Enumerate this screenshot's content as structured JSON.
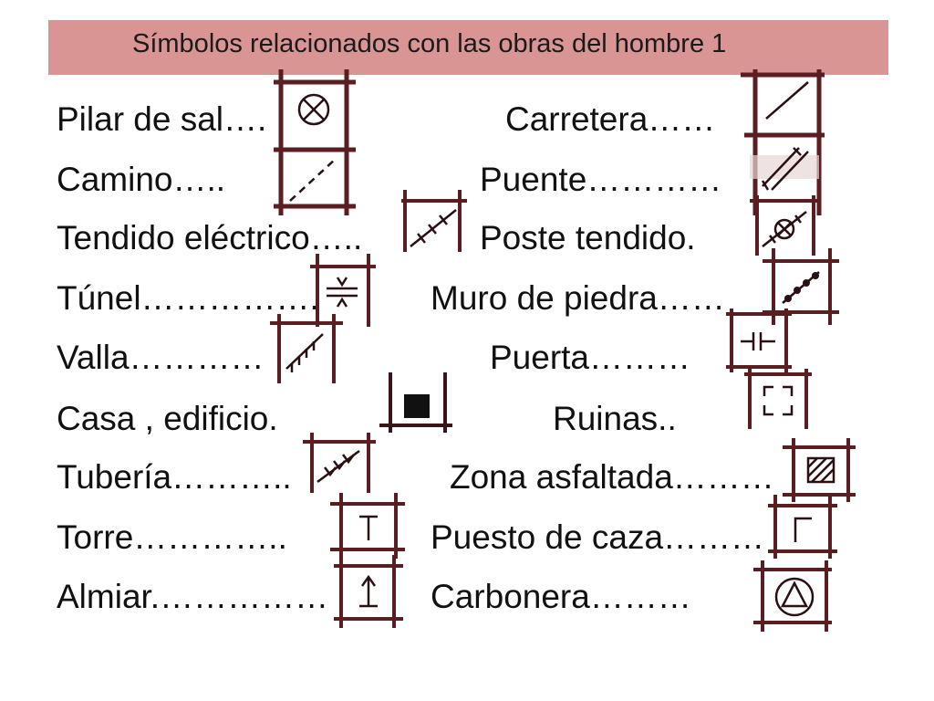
{
  "slide": {
    "title": "Símbolos relacionados con las obras del hombre  1"
  },
  "colors": {
    "title_bar": "#d99594",
    "symbol_frame": "#5a1e22",
    "symbol_ink": "#2a1012"
  },
  "left_items": [
    {
      "label": "Pilar de sal….",
      "icon": "salt-pillar-icon"
    },
    {
      "label": "Camino…..",
      "icon": "path-icon"
    },
    {
      "label": "Tendido eléctrico…..",
      "icon": "power-line-icon"
    },
    {
      "label": "Túnel…………….",
      "icon": "tunnel-icon"
    },
    {
      "label": "Valla…………",
      "icon": "fence-icon"
    },
    {
      "label": "Casa , edificio.",
      "icon": "house-building-icon"
    },
    {
      "label": "Tubería………..",
      "icon": "pipeline-icon"
    },
    {
      "label": "Torre…………..",
      "icon": "tower-icon"
    },
    {
      "label": "Almiar.……………",
      "icon": "haystack-icon"
    }
  ],
  "right_items": [
    {
      "label": "Carretera……",
      "icon": "road-icon"
    },
    {
      "label": "Puente…………",
      "icon": "bridge-icon"
    },
    {
      "label": "Poste tendido.",
      "icon": "power-pole-icon"
    },
    {
      "label": "Muro de piedra……",
      "icon": "stone-wall-icon"
    },
    {
      "label": "Puerta………",
      "icon": "gate-icon"
    },
    {
      "label": "Ruinas..",
      "icon": "ruins-icon"
    },
    {
      "label": "Zona asfaltada………",
      "icon": "paved-area-icon"
    },
    {
      "label": "Puesto de caza………",
      "icon": "hunting-post-icon"
    },
    {
      "label": "Carbonera………",
      "icon": "charcoal-kiln-icon"
    }
  ]
}
